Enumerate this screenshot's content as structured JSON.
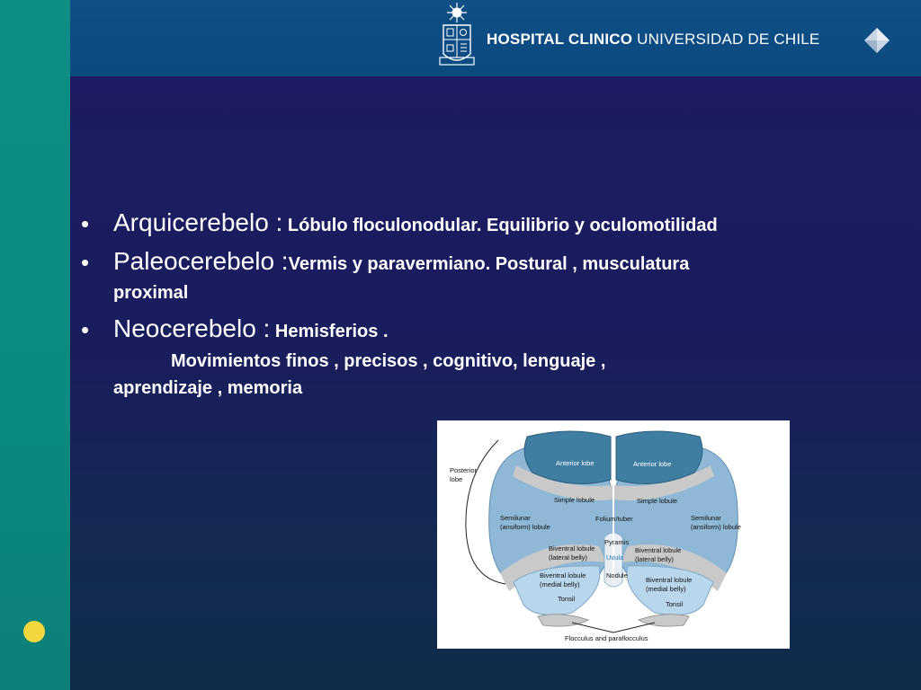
{
  "header": {
    "brand_bold": "HOSPITAL CLINICO",
    "brand_light": "UNIVERSIDAD DE CHILE"
  },
  "bullets": [
    {
      "term": "Arquicerebelo :",
      "desc": " Lóbulo floculonodular.  Equilibrio y oculomotilidad"
    },
    {
      "term": "Paleocerebelo :",
      "desc": "Vermis y  paravermiano.  Postural , musculatura proximal"
    },
    {
      "term": "Neocerebelo :",
      "desc": " Hemisferios ."
    }
  ],
  "continuation": {
    "line1": "Movimientos finos , precisos , cognitivo, lenguaje ,",
    "line2": "aprendizaje , memoria"
  },
  "figure": {
    "labels": {
      "anterior_left": "Anterior lobe",
      "anterior_right": "Anterior lobe",
      "posterior": "Posterior",
      "posterior2": "lobe",
      "simple_left": "Simple lobule",
      "simple_right": "Simple lobule",
      "semilunar_left1": "Semilunar",
      "semilunar_left2": "(ansiform) lobule",
      "semilunar_right1": "Semilunar",
      "semilunar_right2": "(ansiform) lobule",
      "folium": "Folium/tuber",
      "pyramis": "Pyramis",
      "biventral_lat_left1": "Biventral lobule",
      "biventral_lat_left2": "(lateral belly)",
      "biventral_lat_right1": "Biventral lobule",
      "biventral_lat_right2": "(lateral belly)",
      "uvula": "Uvula",
      "nodule": "Nodule",
      "biventral_med_left1": "Biventral lobule",
      "biventral_med_left2": "(medial belly)",
      "biventral_med_right1": "Biventral lobule",
      "biventral_med_right2": "(medial belly)",
      "tonsil_left": "Tonsil",
      "tonsil_right": "Tonsil",
      "flocculus": "Flocculus and paraflocculus"
    }
  },
  "colors": {
    "left_bar": "#0a8a80",
    "top_bar": "#0b4a80",
    "background": "#1b1b5e",
    "accent_dot": "#f3d73e",
    "anterior_lobe": "#3f7ea0",
    "hemisphere": "#8eb8d6",
    "inner_lobules": "#b8d6ec",
    "simple_band": "#c9c9c9"
  }
}
